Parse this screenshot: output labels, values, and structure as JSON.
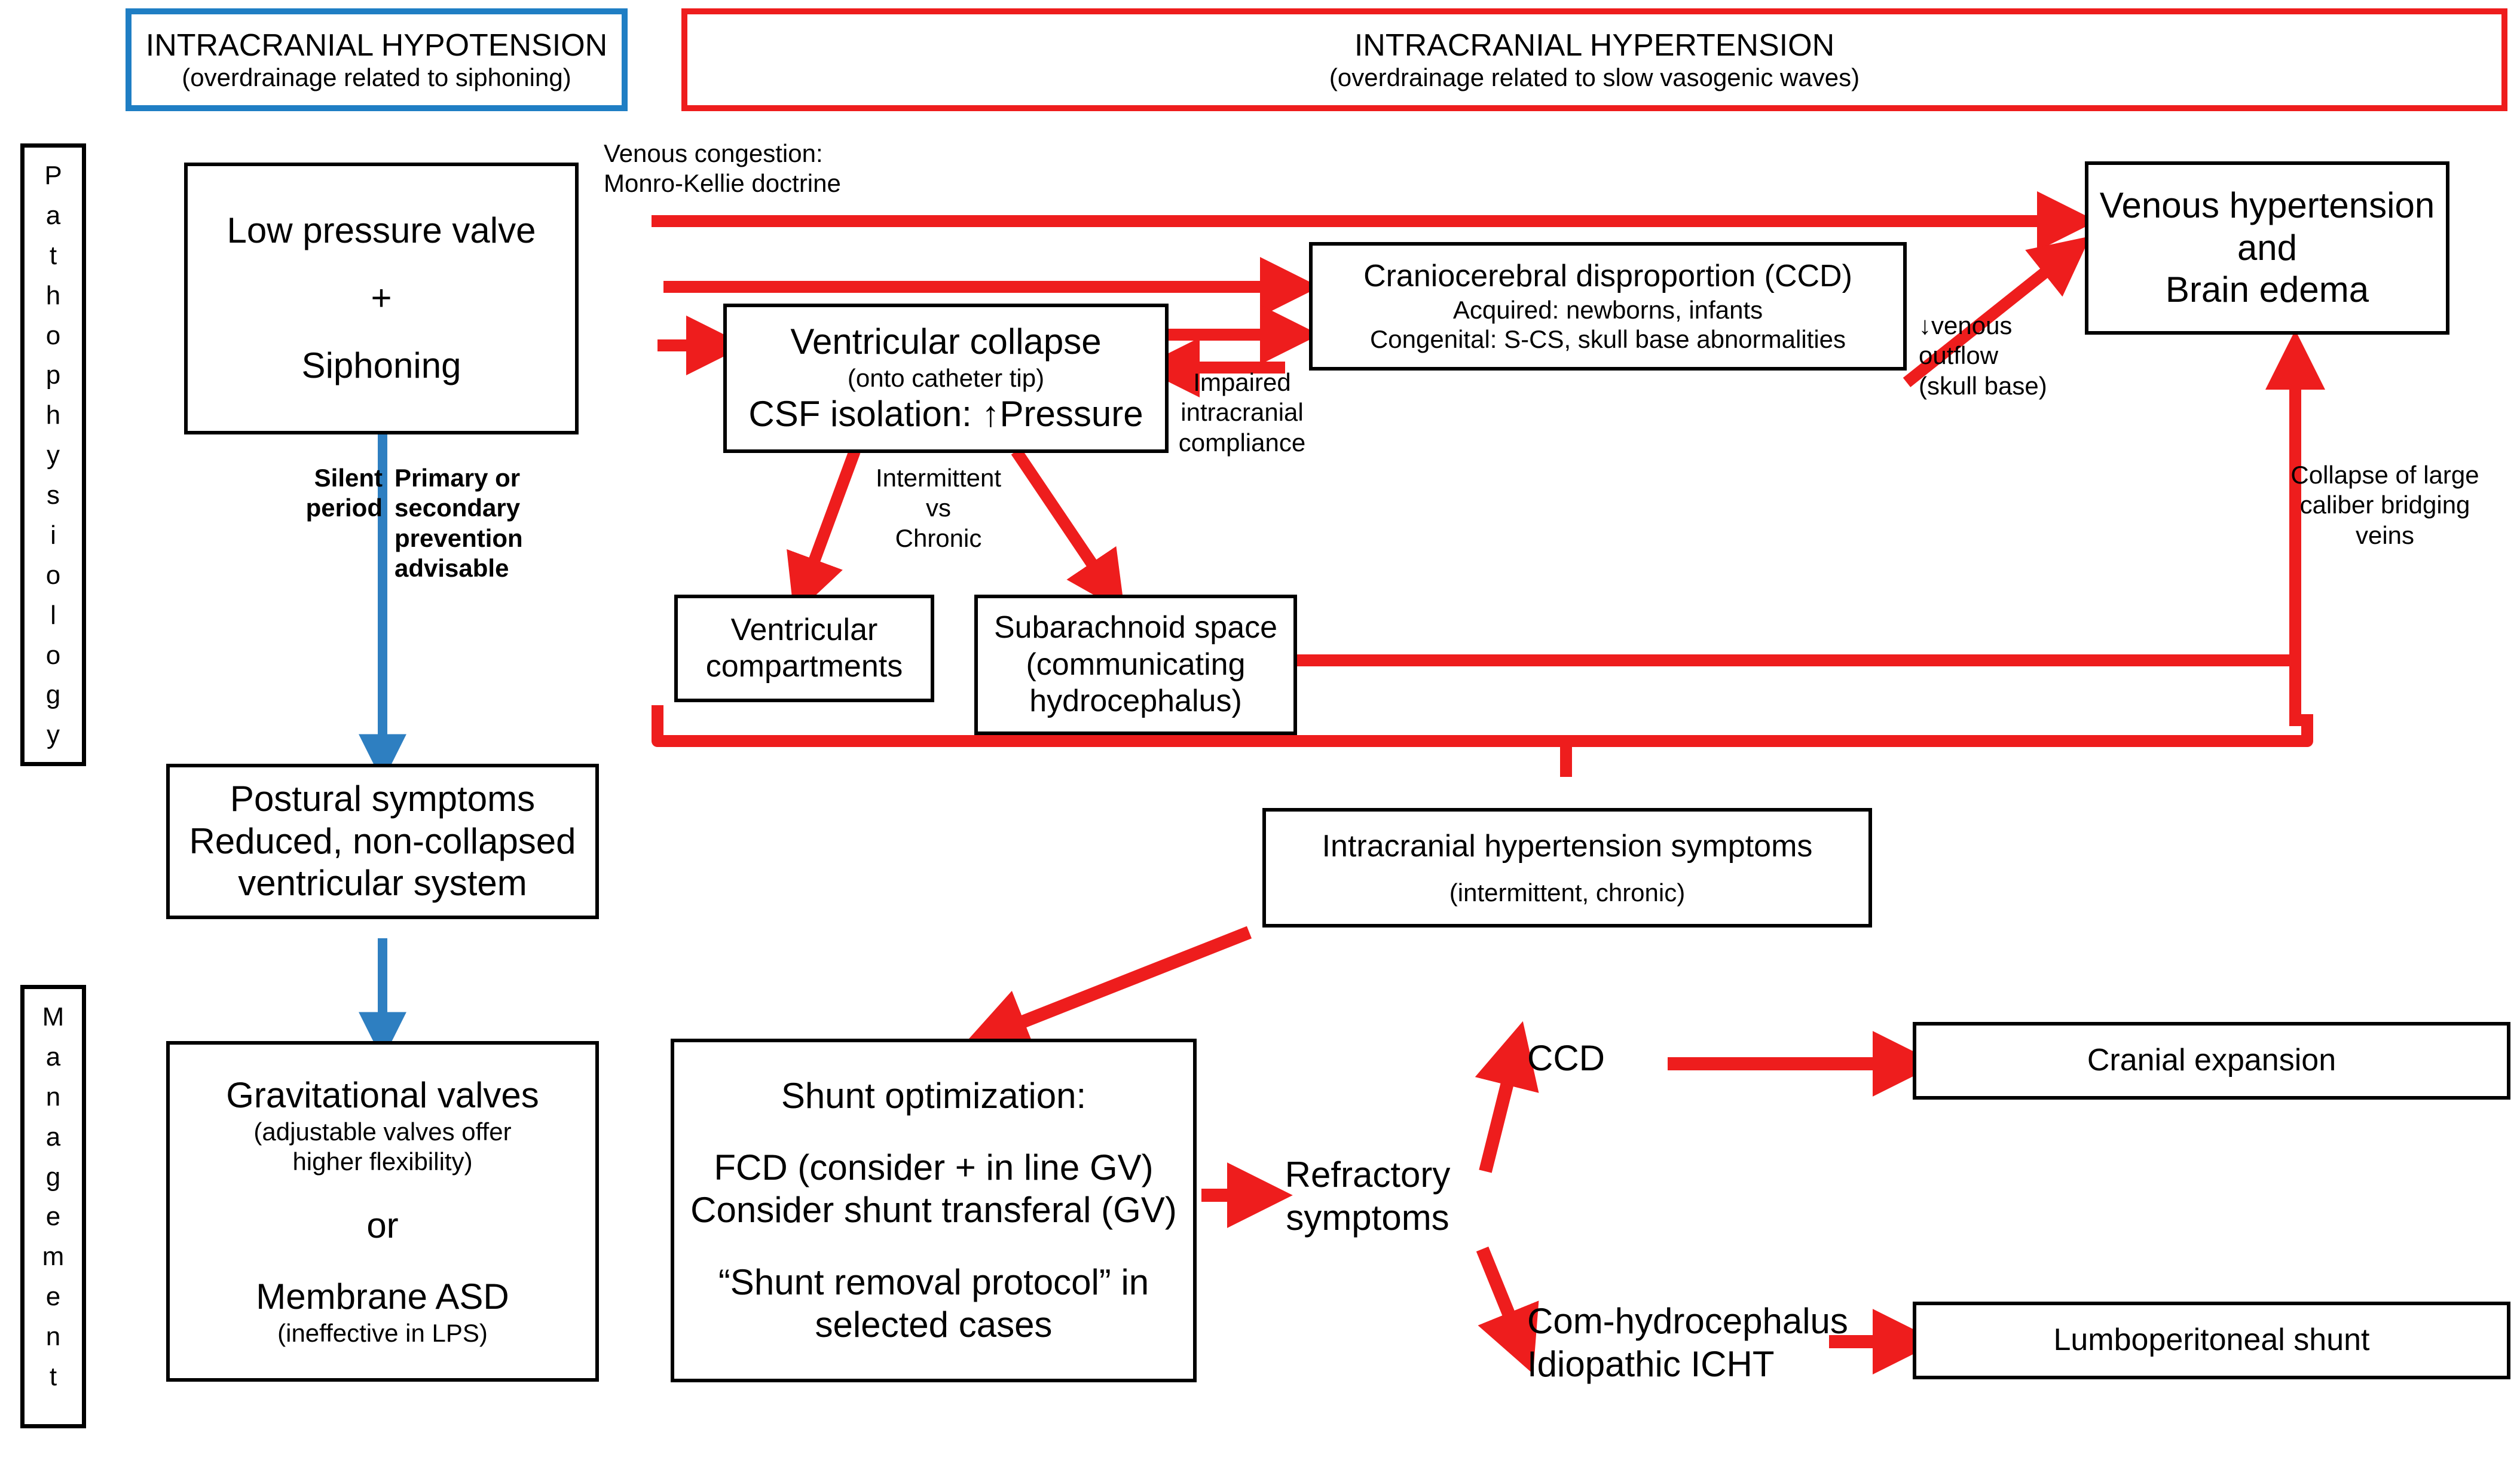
{
  "headers": {
    "left": {
      "title": "INTRACRANIAL HYPOTENSION",
      "subtitle": "(overdrainage related to siphoning)",
      "border_color": "#1f7ec4"
    },
    "right": {
      "title": "INTRACRANIAL HYPERTENSION",
      "subtitle": "(overdrainage related to slow vasogenic waves)",
      "border_color": "#ee1d1d"
    }
  },
  "section_labels": {
    "pathophysiology": "Pathophysiology",
    "management": "Management"
  },
  "boxes": {
    "low_pressure_valve": {
      "line1": "Low pressure valve",
      "line2": "+",
      "line3": "Siphoning"
    },
    "ventricular_collapse": {
      "line1": "Ventricular collapse",
      "line2": "(onto catheter tip)",
      "line3": "CSF isolation: ↑Pressure"
    },
    "ccd": {
      "line1": "Craniocerebral disproportion (CCD)",
      "line2": "Acquired: newborns, infants",
      "line3": "Congenital: S-CS, skull base abnormalities"
    },
    "venous_hypertension": {
      "line1": "Venous hypertension",
      "line2": "and",
      "line3": "Brain edema"
    },
    "ventricular_compartments": {
      "line1": "Ventricular",
      "line2": "compartments"
    },
    "subarachnoid_space": {
      "line1": "Subarachnoid space",
      "line2": "(communicating",
      "line3": "hydrocephalus)"
    },
    "postural_symptoms": {
      "line1": "Postural symptoms",
      "line2": "Reduced, non-collapsed",
      "line3": "ventricular system"
    },
    "ich_symptoms": {
      "line1": "Intracranial hypertension symptoms",
      "line2": "(intermittent, chronic)"
    },
    "gravitational_valves": {
      "line1": "Gravitational valves",
      "line2": "(adjustable valves offer",
      "line3": "higher flexibility)",
      "line4": "or",
      "line5": "Membrane ASD",
      "line6": "(ineffective in LPS)"
    },
    "shunt_optimization": {
      "line1": "Shunt optimization:",
      "line2": "FCD (consider + in line GV)",
      "line3": "Consider shunt transferal (GV)",
      "line4": "“Shunt removal protocol” in",
      "line5": "selected cases"
    },
    "cranial_expansion": {
      "line1": "Cranial expansion"
    },
    "lumboperitoneal_shunt": {
      "line1": "Lumboperitoneal shunt"
    }
  },
  "annotations": {
    "venous_congestion": "Venous congestion:\nMonro-Kellie doctrine",
    "impaired_compliance": "Impaired\nintracranial\ncompliance",
    "venous_outflow": "↓venous\noutflow\n(skull base)",
    "bridging_veins": "Collapse of large\ncaliber bridging\nveins",
    "intermittent_chronic": "Intermittent\nvs\nChronic",
    "silent_period": "Silent\nperiod",
    "prevention": "Primary or\nsecondary\nprevention\nadvisable",
    "refractory_symptoms": "Refractory\nsymptoms",
    "ccd_node": "CCD",
    "com_hydro": "Com-hydrocephalus\nIdiopathic ICHT"
  },
  "colors": {
    "arrow_red": "#ee1d1d",
    "arrow_blue": "#2e7fc1",
    "box_border": "#000000",
    "background": "#ffffff"
  }
}
